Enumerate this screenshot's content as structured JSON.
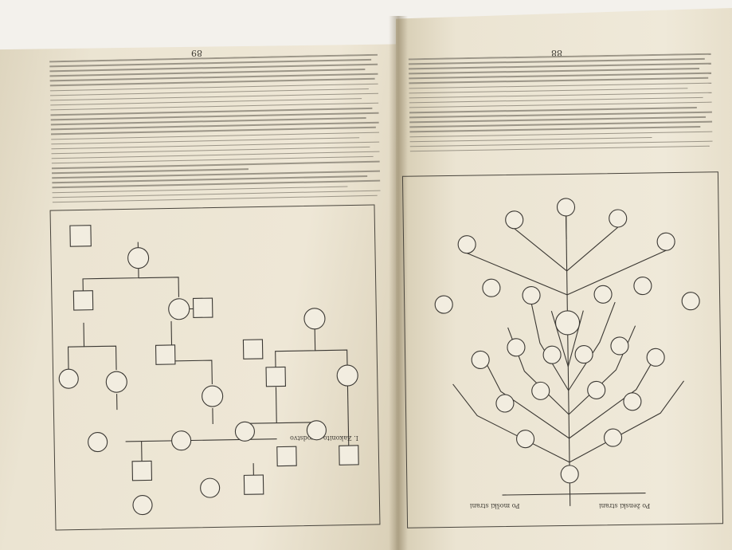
{
  "pages": {
    "left_page_number": "89",
    "right_page_number": "88"
  },
  "captions": {
    "left_diagram_title": "I. Zakonito sorodstvo",
    "right_diagram_top_label": "Po ženski strani",
    "right_diagram_top_label_2": "Po moški strani"
  },
  "colors": {
    "paper": "#ebe4d2",
    "ink": "#3b3833",
    "background": "#f3f1ec"
  }
}
